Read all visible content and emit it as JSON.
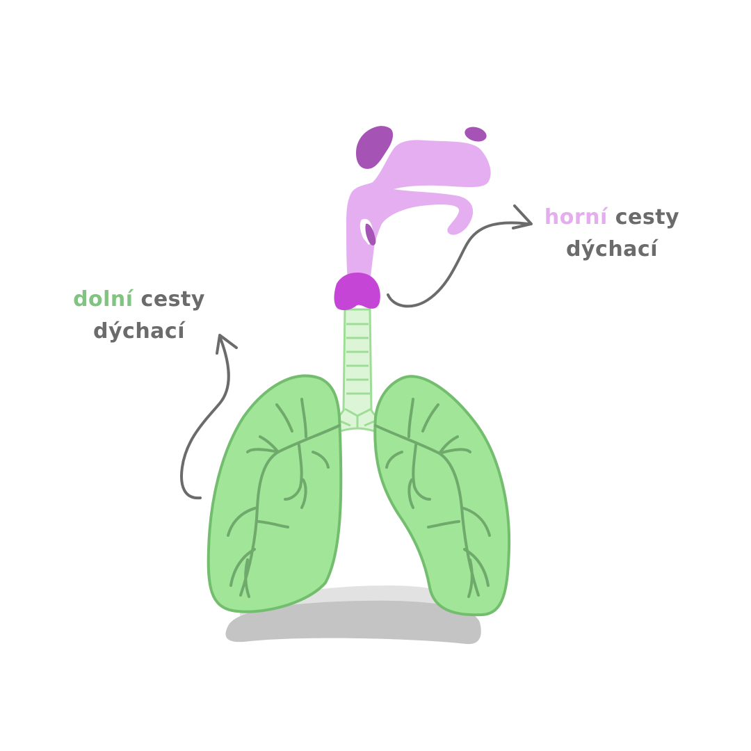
{
  "labels": {
    "upper": {
      "accent": "horní",
      "rest": "cesty",
      "line2": "dýchací",
      "accent_color": "#e3adee",
      "text_color": "#6b6b6b"
    },
    "lower": {
      "accent": "dolní",
      "rest": "cesty",
      "line2": "dýchací",
      "accent_color": "#7fc47f",
      "text_color": "#6b6b6b"
    }
  },
  "colors": {
    "nasal_cavity": "#e5aef0",
    "sinus_dark": "#a554b6",
    "larynx": "#c546d6",
    "trachea_fill": "#dcf5d7",
    "trachea_stroke": "#9edd96",
    "lung_fill": "#a0e598",
    "lung_stroke": "#73bd6e",
    "bronchi": "#6fa96b",
    "diaphragm": "#c4c4c4",
    "diaphragm_light": "#e2e2e2",
    "arrow": "#6b6b6b"
  }
}
